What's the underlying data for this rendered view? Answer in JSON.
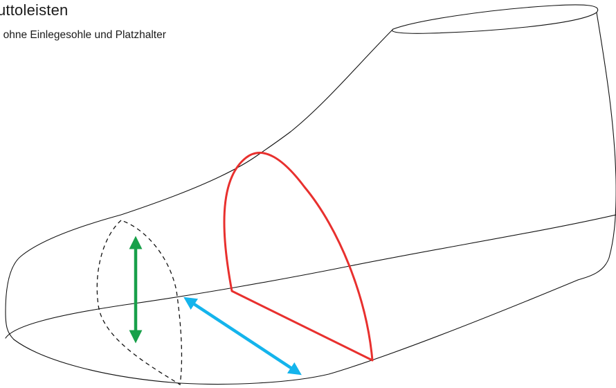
{
  "heading": {
    "title": "uttoleisten",
    "subtitle": ", ohne Einlegesohle und Platzhalter"
  },
  "colors": {
    "outline": "#111111",
    "section": "#e8302e",
    "height_arrow": "#18a04a",
    "width_arrow": "#14b4ec"
  },
  "shapes": {
    "last": "shoe-last-outline",
    "cross_section": "instep-cross-section",
    "height_indicator": "double-arrow-height",
    "width_indicator": "double-arrow-width"
  }
}
